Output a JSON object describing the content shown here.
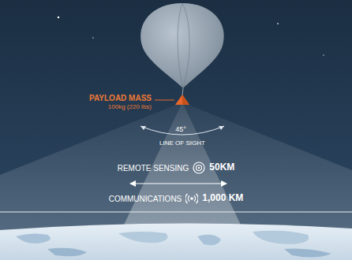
{
  "diagram": {
    "labels": [
      "PAYLOAD MASS",
      "100kg (220 lbs)",
      "45°",
      "LINE OF SIGHT",
      "REMOTE SENSING",
      "50KM",
      "COMMUNICATIONS",
      "1,000 KM"
    ]
  }
}
